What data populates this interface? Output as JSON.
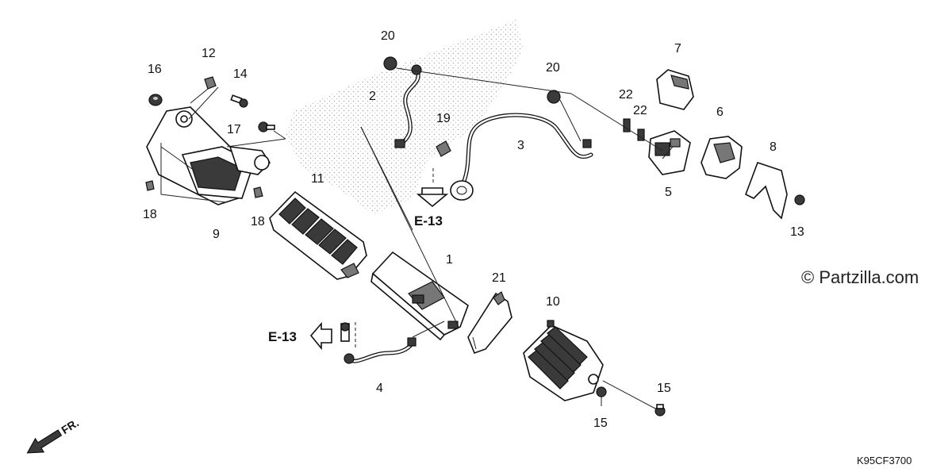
{
  "diagram": {
    "part_numbers": {
      "p1": "1",
      "p2": "2",
      "p3": "3",
      "p4": "4",
      "p5": "5",
      "p6": "6",
      "p7": "7",
      "p8": "8",
      "p9": "9",
      "p10": "10",
      "p11": "11",
      "p12": "12",
      "p13": "13",
      "p14": "14",
      "p15a": "15",
      "p15b": "15",
      "p16": "16",
      "p17": "17",
      "p18a": "18",
      "p18b": "18",
      "p19": "19",
      "p20a": "20",
      "p20b": "20",
      "p21": "21",
      "p22a": "22",
      "p22b": "22"
    },
    "refs": {
      "ref_upper": "E-13",
      "ref_lower": "E-13"
    },
    "watermark": "© Partzilla.com",
    "diagram_code": "K95CF3700",
    "front_label": "FR."
  }
}
